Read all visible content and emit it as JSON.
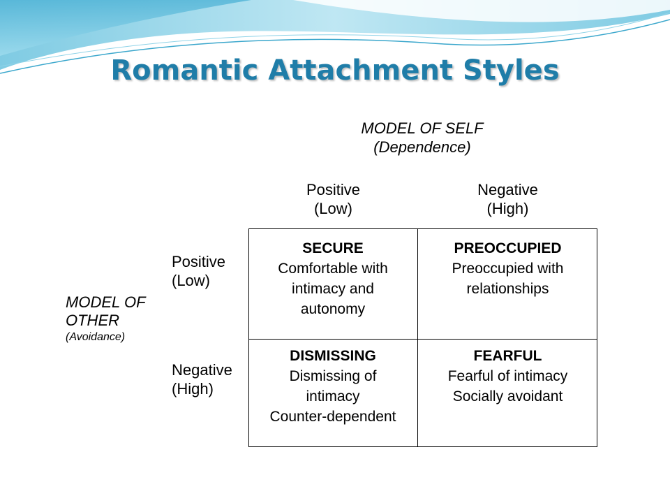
{
  "title": "Romantic Attachment Styles",
  "model_of_self": {
    "line1": "MODEL OF SELF",
    "line2": "(Dependence)"
  },
  "columns": [
    {
      "line1": "Positive",
      "line2": "(Low)"
    },
    {
      "line1": "Negative",
      "line2": "(High)"
    }
  ],
  "model_of_other": {
    "line1": "MODEL OF",
    "line2": "OTHER",
    "line3": "(Avoidance)"
  },
  "rows": [
    {
      "line1": "Positive",
      "line2": "(Low)"
    },
    {
      "line1": "Negative",
      "line2": "(High)"
    }
  ],
  "cells": {
    "secure": {
      "heading": "SECURE",
      "lines": [
        "Comfortable with",
        "intimacy and",
        "autonomy"
      ]
    },
    "preoccupied": {
      "heading": "PREOCCUPIED",
      "lines": [
        "Preoccupied with",
        "relationships"
      ]
    },
    "dismissing": {
      "heading": "DISMISSING",
      "lines": [
        "Dismissing of",
        "intimacy",
        "Counter-dependent"
      ]
    },
    "fearful": {
      "heading": "FEARFUL",
      "lines": [
        "Fearful of intimacy",
        "Socially avoidant"
      ]
    }
  },
  "colors": {
    "title": "#1F7DA8",
    "wave_light": "#CDEFF7",
    "wave_mid": "#8FD3E8",
    "wave_dark": "#3BA7CC"
  }
}
